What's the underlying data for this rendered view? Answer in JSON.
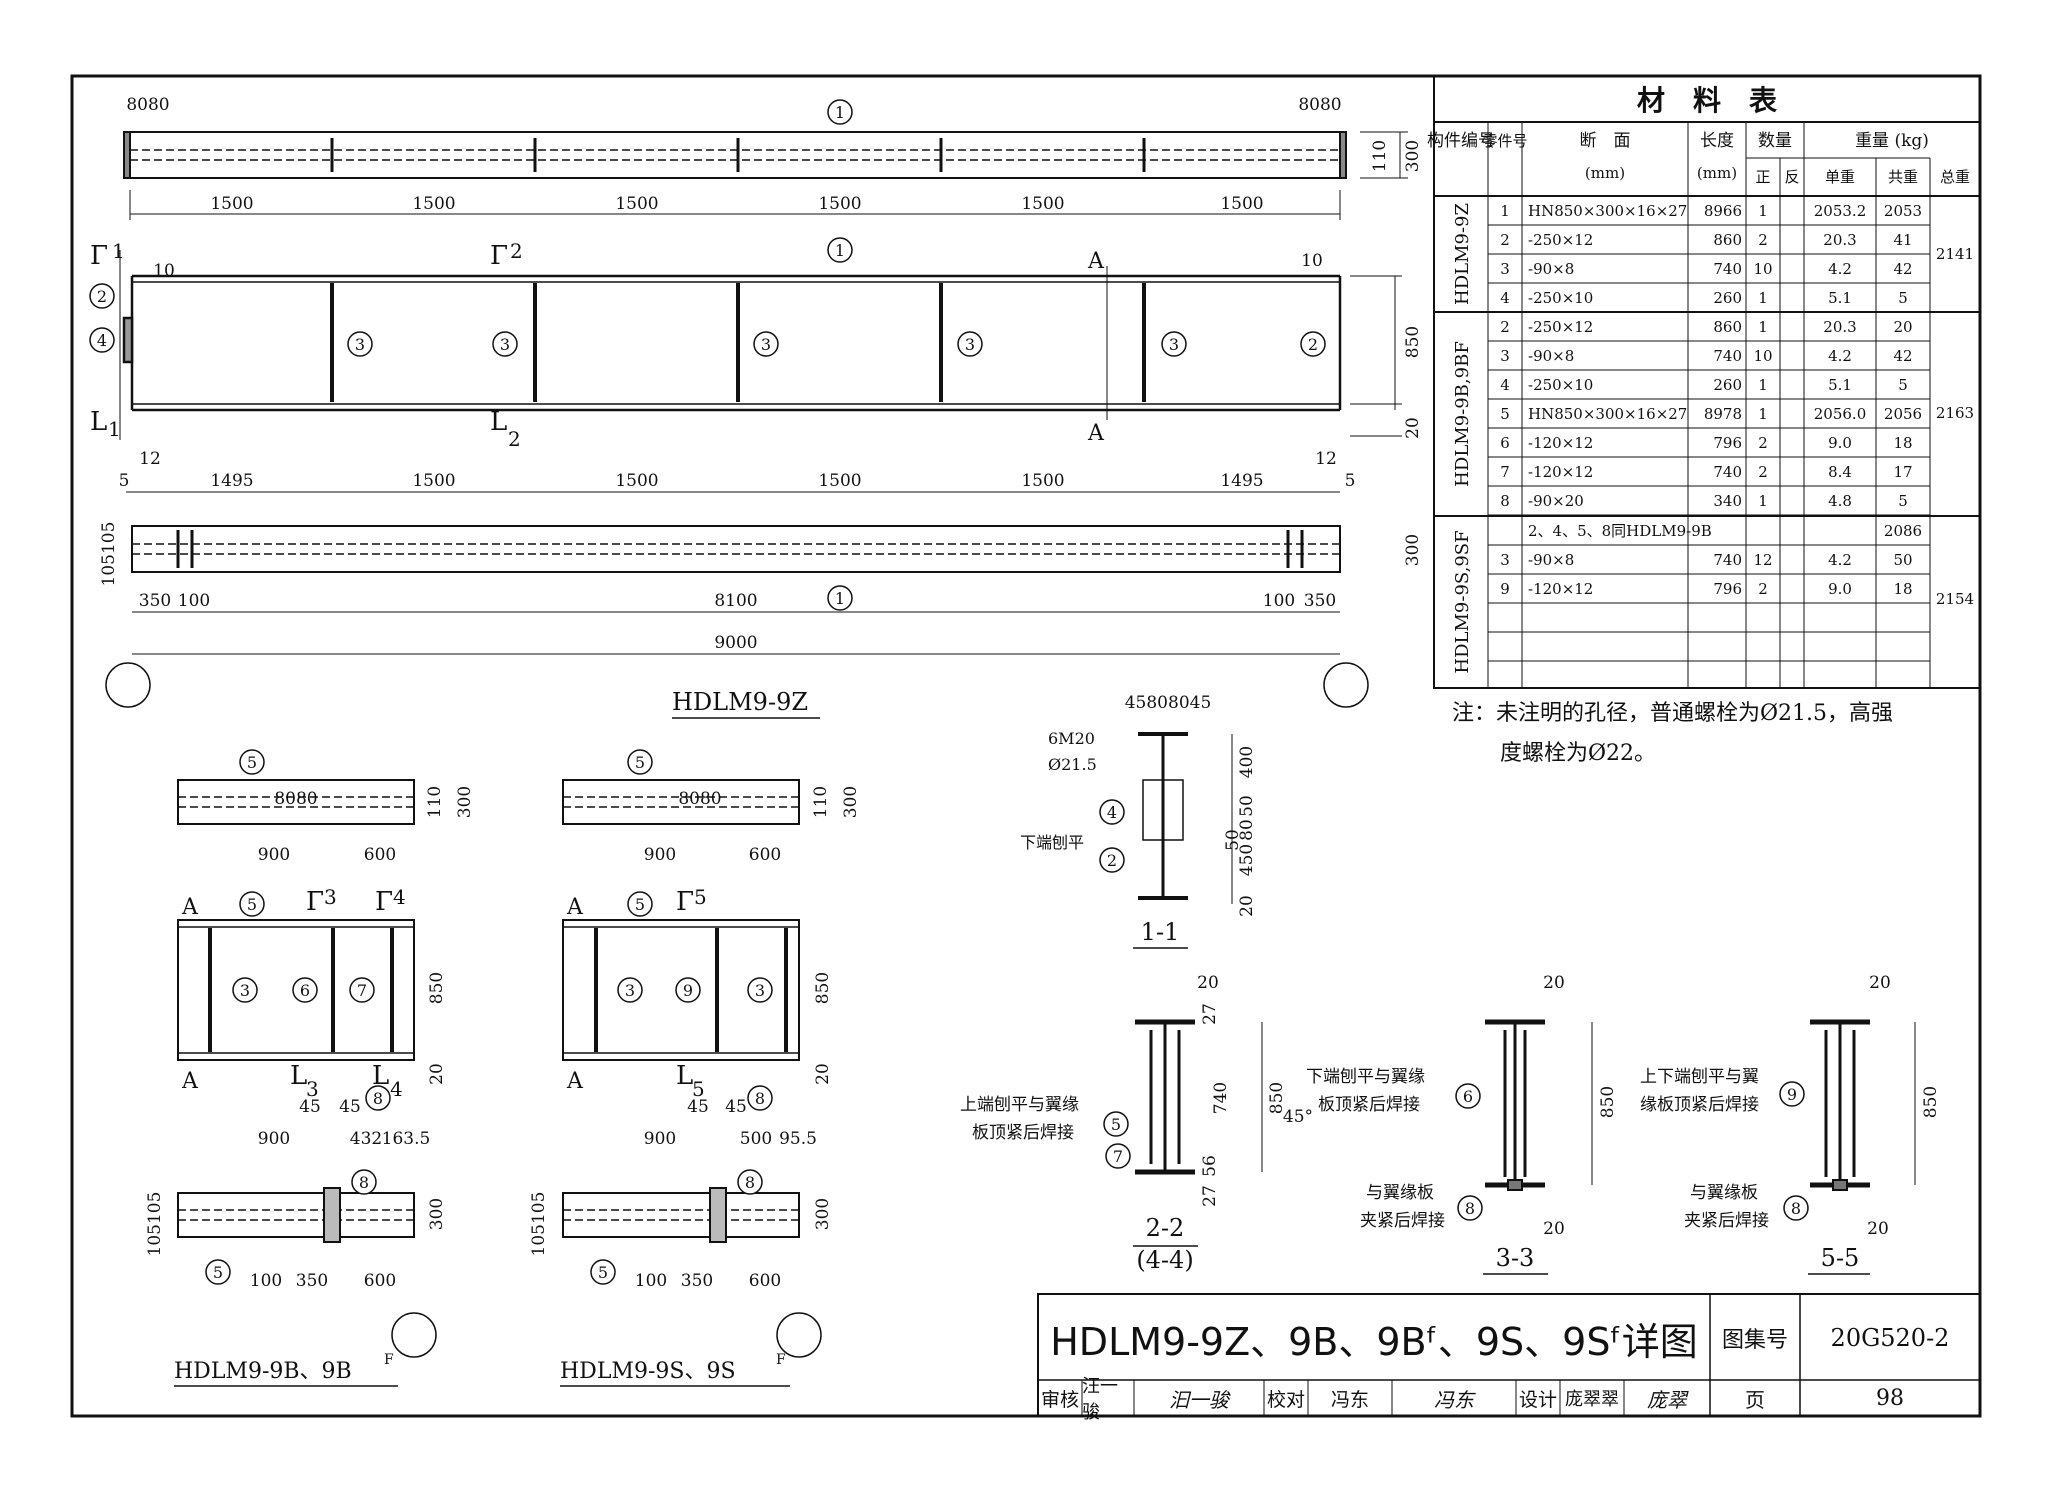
{
  "frame_title": "HDLM9-9Z、9B、9Bᶠ、9S、9Sᶠ详图",
  "atlas_label": "图集号",
  "atlas_number": "20G520-2",
  "page_label": "页",
  "page_number": "98",
  "signatures": {
    "review_label": "审核",
    "review_name": "汪一骏",
    "review_sign": "汩一骏",
    "check_label": "校对",
    "check_name": "冯东",
    "check_sign": "冯东",
    "design_label": "设计",
    "design_name": "庞翠翠",
    "design_sign": "庞翠"
  },
  "material_table": {
    "title": "材　料　表",
    "headers": {
      "member_no": "构件编号",
      "part_no": "零件号",
      "section": "断　面",
      "section_unit": "(mm)",
      "length": "长度",
      "length_unit": "(mm)",
      "quantity": "数量",
      "q_front": "正",
      "q_back": "反",
      "weight": "重量 (kg)",
      "w_unit": "单重",
      "w_total": "共重",
      "w_sum": "总重"
    },
    "groups": [
      {
        "member": "HDLM9-9Z",
        "total": "2141",
        "rows": [
          {
            "part": "1",
            "section": "HN850×300×16×27",
            "length": "8966",
            "front": "1",
            "back": "",
            "unit": "2053.2",
            "sum": "2053"
          },
          {
            "part": "2",
            "section": "-250×12",
            "length": "860",
            "front": "2",
            "back": "",
            "unit": "20.3",
            "sum": "41"
          },
          {
            "part": "3",
            "section": "-90×8",
            "length": "740",
            "front": "10",
            "back": "",
            "unit": "4.2",
            "sum": "42"
          },
          {
            "part": "4",
            "section": "-250×10",
            "length": "260",
            "front": "1",
            "back": "",
            "unit": "5.1",
            "sum": "5"
          }
        ]
      },
      {
        "member": "HDLM9-9B,9BF",
        "total": "2163",
        "rows": [
          {
            "part": "2",
            "section": "-250×12",
            "length": "860",
            "front": "1",
            "back": "",
            "unit": "20.3",
            "sum": "20"
          },
          {
            "part": "3",
            "section": "-90×8",
            "length": "740",
            "front": "10",
            "back": "",
            "unit": "4.2",
            "sum": "42"
          },
          {
            "part": "4",
            "section": "-250×10",
            "length": "260",
            "front": "1",
            "back": "",
            "unit": "5.1",
            "sum": "5"
          },
          {
            "part": "5",
            "section": "HN850×300×16×27",
            "length": "8978",
            "front": "1",
            "back": "",
            "unit": "2056.0",
            "sum": "2056"
          },
          {
            "part": "6",
            "section": "-120×12",
            "length": "796",
            "front": "2",
            "back": "",
            "unit": "9.0",
            "sum": "18"
          },
          {
            "part": "7",
            "section": "-120×12",
            "length": "740",
            "front": "2",
            "back": "",
            "unit": "8.4",
            "sum": "17"
          },
          {
            "part": "8",
            "section": "-90×20",
            "length": "340",
            "front": "1",
            "back": "",
            "unit": "4.8",
            "sum": "5"
          }
        ]
      },
      {
        "member": "HDLM9-9S,9SF",
        "total": "2154",
        "note_row": {
          "text": "2、4、5、8同HDLM9-9B",
          "sum": "2086"
        },
        "rows": [
          {
            "part": "3",
            "section": "-90×8",
            "length": "740",
            "front": "12",
            "back": "",
            "unit": "4.2",
            "sum": "50"
          },
          {
            "part": "9",
            "section": "-120×12",
            "length": "796",
            "front": "2",
            "back": "",
            "unit": "9.0",
            "sum": "18"
          }
        ]
      }
    ]
  },
  "note": {
    "line1": "注：未注明的孔径，普通螺栓为Ø21.5，高强",
    "line2": "度螺栓为Ø22。"
  },
  "drawing_labels": {
    "main_title": "HDLM9-9Z",
    "b_title": "HDLM9-9B、9B",
    "b_sup": "F",
    "s_title": "HDLM9-9S、9S",
    "s_sup": "F",
    "sec11": "1-1",
    "sec22": "2-2",
    "sec44": "(4-4)",
    "sec33": "3-3",
    "sec55": "5-5",
    "bolt_note1": "6M20",
    "bolt_note2": "Ø21.5",
    "planed_bottom": "下端刨平",
    "weld_22a": "上端刨平与翼缘",
    "weld_22b": "板顶紧后焊接",
    "weld_33a": "下端刨平与翼缘",
    "weld_33b": "板顶紧后焊接",
    "weld_55a": "上下端刨平与翼",
    "weld_55b": "缘板顶紧后焊接",
    "clamp_a": "与翼缘板",
    "clamp_b": "夹紧后焊接"
  },
  "dims": {
    "top_spacing": [
      "1500",
      "1500",
      "1500",
      "1500",
      "1500",
      "1500"
    ],
    "mid_spacing": [
      "1495",
      "1500",
      "1500",
      "1500",
      "1500",
      "1495"
    ],
    "bottom_spacing": [
      "350",
      "100",
      "8100",
      "100",
      "350"
    ],
    "overall": "9000",
    "d8080": "8080",
    "d110": "110",
    "d300": "300",
    "d850": "850",
    "d20": "20",
    "d10": "10",
    "d12": "12",
    "d5": "5",
    "d105": "105105",
    "b_top": [
      "900",
      "600"
    ],
    "b_mid": [
      "900",
      "432",
      "163.5"
    ],
    "b_bot": [
      "100",
      "350",
      "600"
    ],
    "s_mid": [
      "900",
      "500",
      "95.5"
    ],
    "sec11_top": "45808045",
    "sec11_v": [
      "400",
      "50",
      "80",
      "50",
      "450",
      "20"
    ],
    "sec22_v": [
      "20",
      "27",
      "740",
      "850",
      "56",
      "27"
    ],
    "d45": "45",
    "angle45": "45°"
  }
}
